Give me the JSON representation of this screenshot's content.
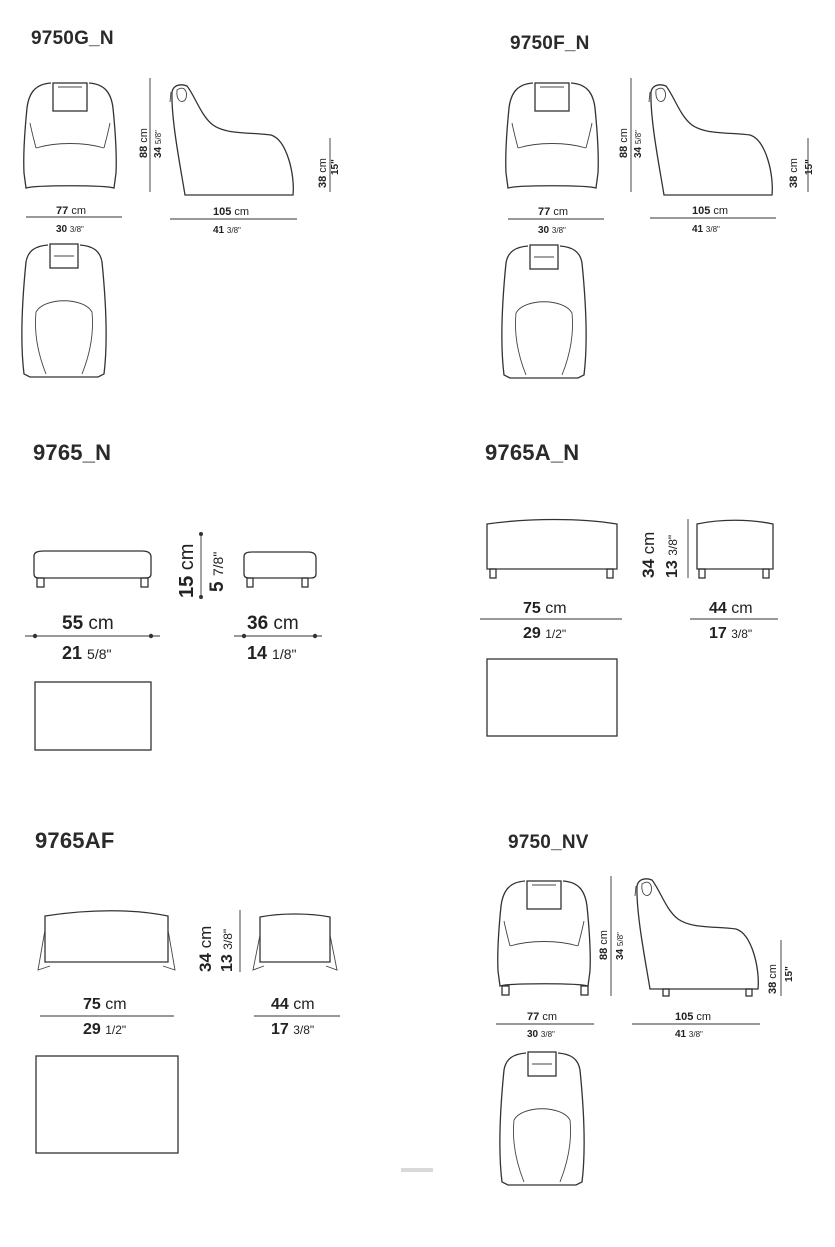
{
  "products": [
    {
      "code": "9750G_N",
      "dims": {
        "width_cm": "77",
        "width_in": "30",
        "width_in_frac": "3/8\"",
        "depth_cm": "105",
        "depth_in": "41",
        "depth_in_frac": "3/8\"",
        "height_cm": "88",
        "height_in": "34",
        "height_in_frac": "5/8\"",
        "seat_cm": "38",
        "seat_in": "15\""
      }
    },
    {
      "code": "9750F_N",
      "dims": {
        "width_cm": "77",
        "width_in": "30",
        "width_in_frac": "3/8\"",
        "depth_cm": "105",
        "depth_in": "41",
        "depth_in_frac": "3/8\"",
        "height_cm": "88",
        "height_in": "34",
        "height_in_frac": "5/8\"",
        "seat_cm": "38",
        "seat_in": "15\""
      }
    },
    {
      "code": "9765_N",
      "dims": {
        "width_cm": "55",
        "width_in": "21",
        "width_in_frac": "5/8\"",
        "depth_cm": "36",
        "depth_in": "14",
        "depth_in_frac": "1/8\"",
        "height_cm": "15",
        "height_in": "5",
        "height_in_frac": "7/8\""
      }
    },
    {
      "code": "9765A_N",
      "dims": {
        "width_cm": "75",
        "width_in": "29",
        "width_in_frac": "1/2\"",
        "depth_cm": "44",
        "depth_in": "17",
        "depth_in_frac": "3/8\"",
        "height_cm": "34",
        "height_in": "13",
        "height_in_frac": "3/8\""
      }
    },
    {
      "code": "9765AF",
      "dims": {
        "width_cm": "75",
        "width_in": "29",
        "width_in_frac": "1/2\"",
        "depth_cm": "44",
        "depth_in": "17",
        "depth_in_frac": "3/8\"",
        "height_cm": "34",
        "height_in": "13",
        "height_in_frac": "3/8\""
      }
    },
    {
      "code": "9750_NV",
      "dims": {
        "width_cm": "77",
        "width_in": "30",
        "width_in_frac": "3/8\"",
        "depth_cm": "105",
        "depth_in": "41",
        "depth_in_frac": "3/8\"",
        "height_cm": "88",
        "height_in": "34",
        "height_in_frac": "5/8\"",
        "seat_cm": "38",
        "seat_in": "15\""
      }
    }
  ],
  "units": {
    "cm": "cm"
  }
}
